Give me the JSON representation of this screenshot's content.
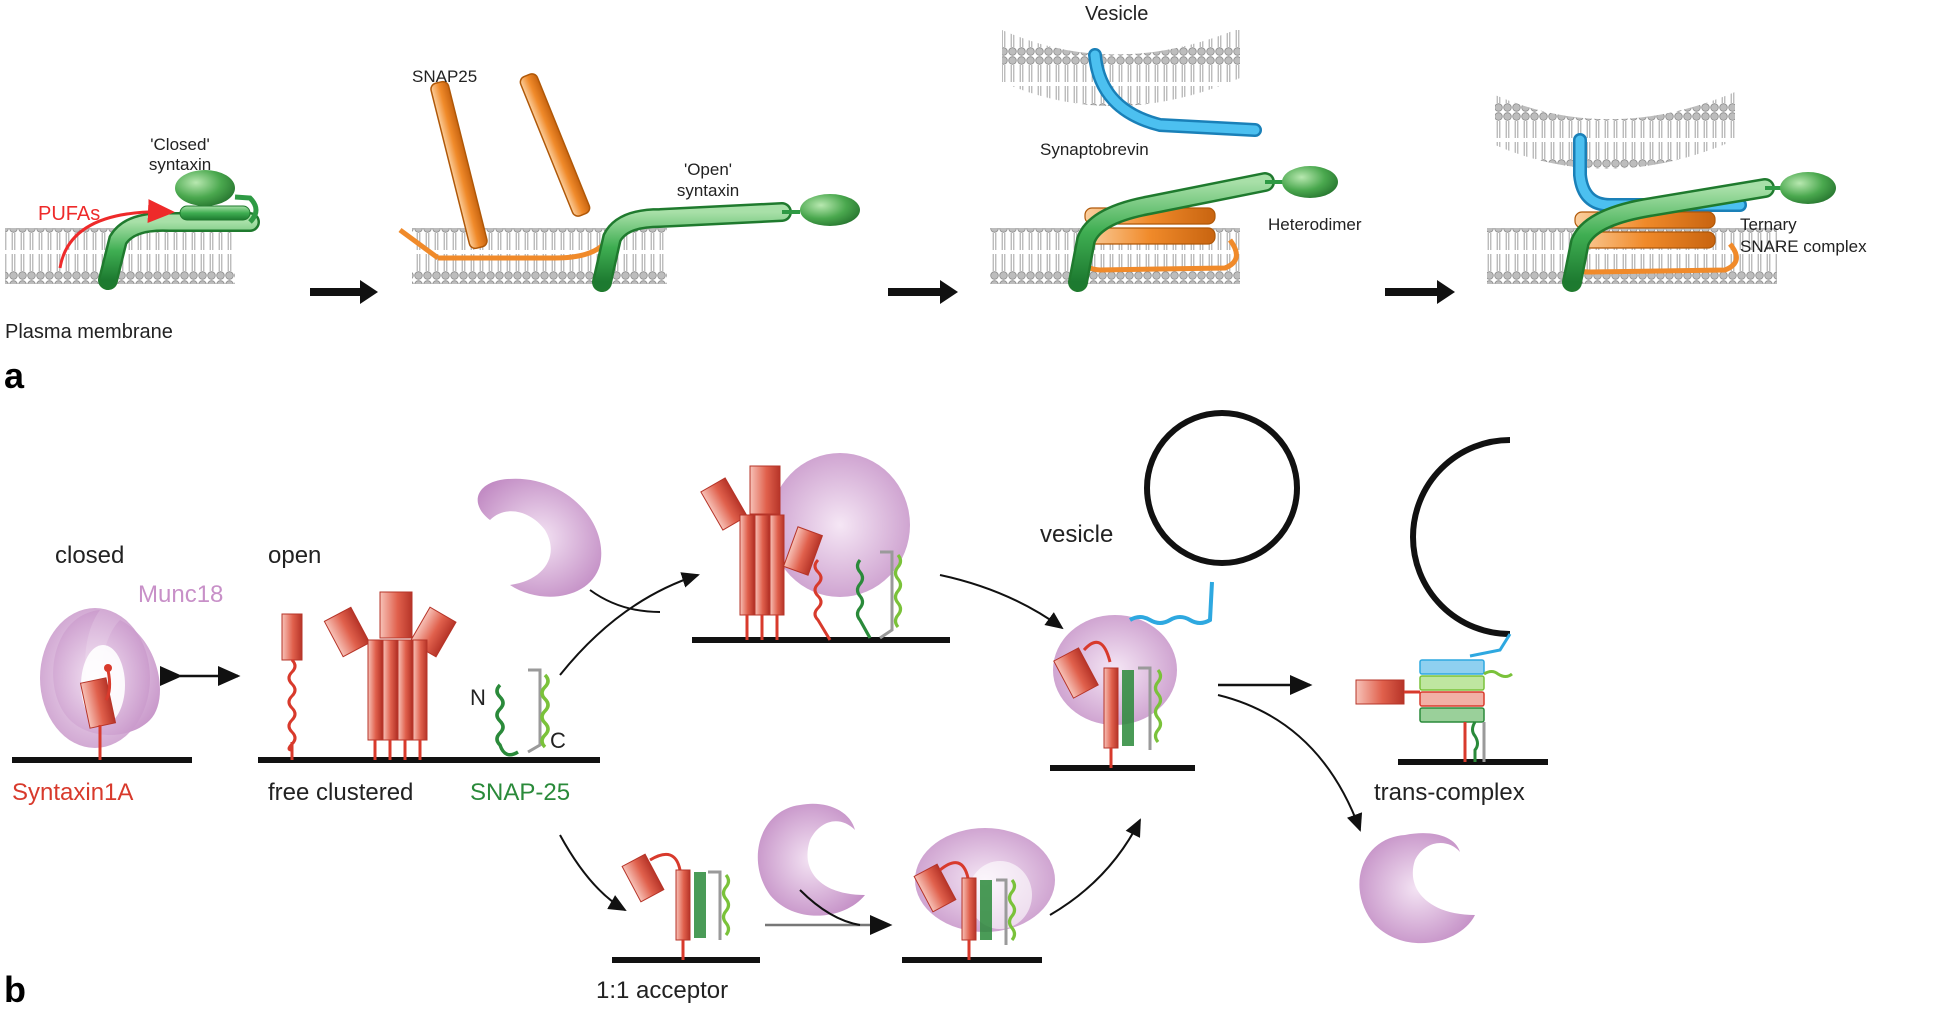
{
  "colors": {
    "syntaxin_green": "#2e9a44",
    "syntaxin_red": "#d83a2c",
    "snap25_orange": "#f08a2a",
    "synaptobrevin_blue": "#2ea8e0",
    "munc18_purple": "#c890c8",
    "pufa_red": "#ee2a2a",
    "snap25_green": "#2a8a3a",
    "lime_green": "#7ac23a",
    "membrane_gray": "#b8b8b8",
    "text_gray": "#222222"
  },
  "panel_a": {
    "letter": "a",
    "labels": {
      "closed_syntaxin_line1": "'Closed'",
      "closed_syntaxin_line2": "syntaxin",
      "pufas": "PUFAs",
      "plasma_membrane": "Plasma membrane",
      "snap25": "SNAP25",
      "open_syntaxin_line1": "'Open'",
      "open_syntaxin_line2": "syntaxin",
      "vesicle": "Vesicle",
      "synaptobrevin": "Synaptobrevin",
      "heterodimer": "Heterodimer",
      "ternary_line1": "Ternary",
      "ternary_line2": "SNARE complex"
    }
  },
  "panel_b": {
    "letter": "b",
    "labels": {
      "closed": "closed",
      "open": "open",
      "munc18": "Munc18",
      "syntaxin1a": "Syntaxin1A",
      "free_clustered": "free clustered",
      "snap25": "SNAP-25",
      "n_terminus": "N",
      "c_terminus": "C",
      "vesicle": "vesicle",
      "acceptor": "1:1 acceptor",
      "trans_complex": "trans-complex"
    }
  }
}
